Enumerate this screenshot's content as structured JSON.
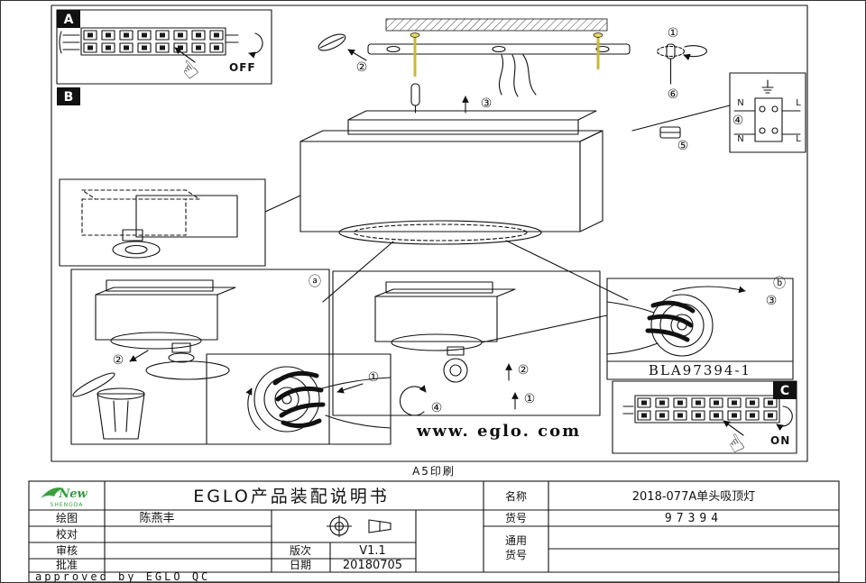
{
  "diagram": {
    "frame_labels": {
      "a": "A",
      "b": "B",
      "c": "C"
    },
    "switch_off": "OFF",
    "switch_on": "ON",
    "step1": "①",
    "step2": "②",
    "step3": "③",
    "step4": "④",
    "step5": "⑤",
    "step6": "⑥",
    "sub_a": "ⓐ",
    "sub_b": "ⓑ",
    "wiring": {
      "n1": "N",
      "l1": "L",
      "n2": "N",
      "l2": "L"
    },
    "model_code": "BLA97394-1",
    "website": "www. eglo. com",
    "print_size": "A5印刷"
  },
  "icons": {
    "press_hand": "☝"
  },
  "title_block": {
    "logo_script": "New",
    "logo_name": "SHENGDA",
    "doc_title": "EGLO产品装配说明书",
    "name": {
      "label": "名称",
      "value": "2018-077A单头吸顶灯"
    },
    "item": {
      "label": "货号",
      "value": "97394"
    },
    "generic": {
      "label_line1": "通用",
      "label_line2": "货号"
    },
    "draw": {
      "label": "绘图",
      "value": "陈燕丰"
    },
    "check": {
      "label": "校对"
    },
    "review": {
      "label": "审核"
    },
    "approve": {
      "label": "批准"
    },
    "version": {
      "label": "版次",
      "value": "V1.1"
    },
    "date": {
      "label": "日期",
      "value": "20180705"
    },
    "qc_note": "approved by EGLO QC"
  }
}
